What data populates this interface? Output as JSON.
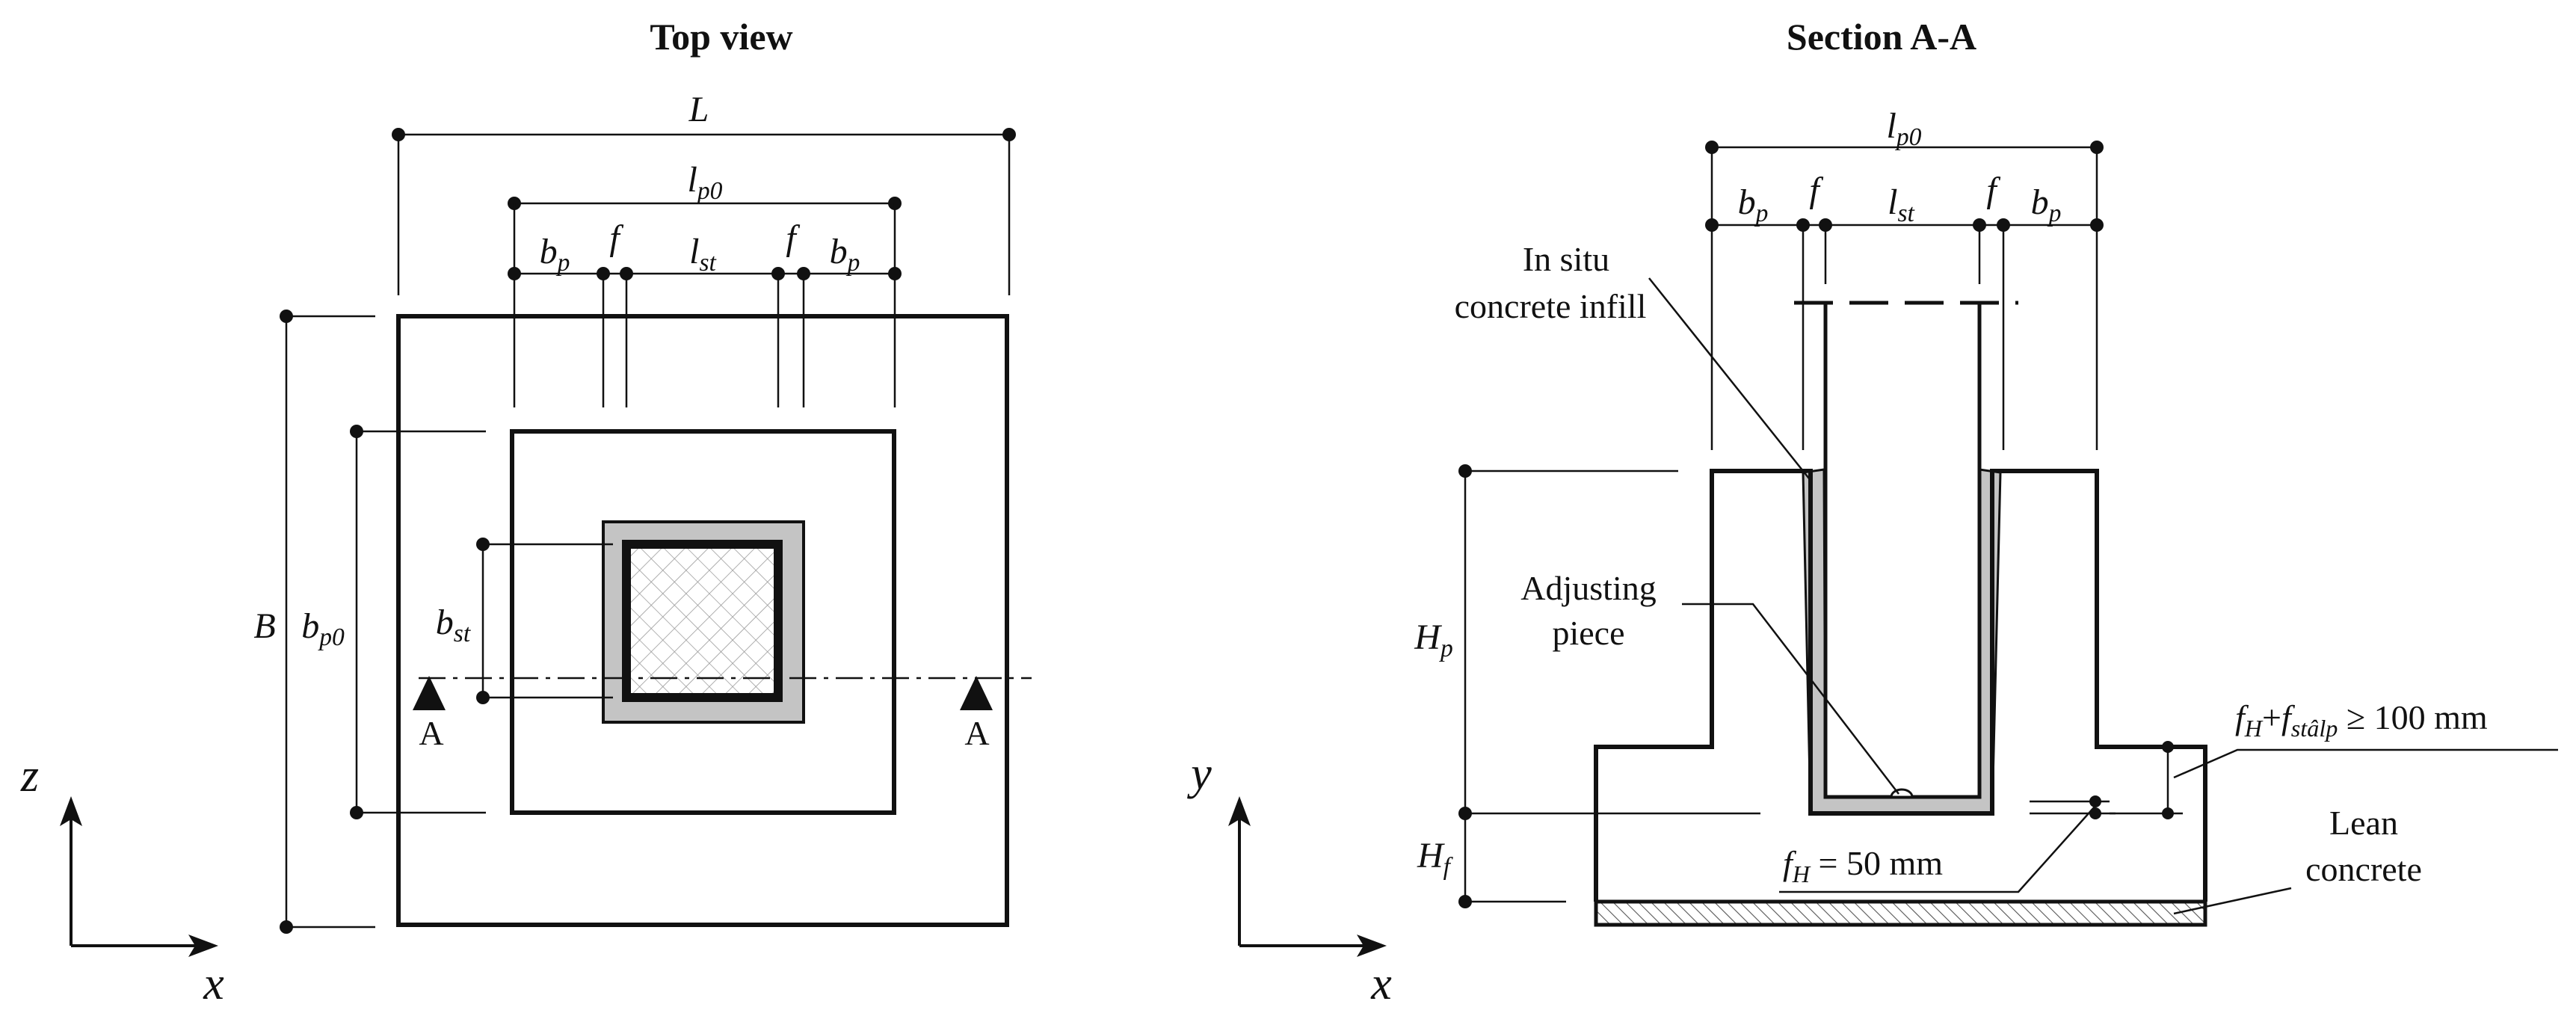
{
  "titles": {
    "top_view": "Top view",
    "section": "Section A-A"
  },
  "top_view": {
    "L": "L",
    "lp0": {
      "base": "l",
      "sub": "p0"
    },
    "bp_left": {
      "base": "b",
      "sub": "p"
    },
    "f_left": "f",
    "lst": {
      "base": "l",
      "sub": "st"
    },
    "f_right": "f",
    "bp_right": {
      "base": "b",
      "sub": "p"
    },
    "B": "B",
    "bp0": {
      "base": "b",
      "sub": "p0"
    },
    "bst": {
      "base": "b",
      "sub": "st"
    },
    "section_left": "A",
    "section_right": "A"
  },
  "section_view": {
    "lp0": {
      "base": "l",
      "sub": "p0"
    },
    "bp_left": {
      "base": "b",
      "sub": "p"
    },
    "f_left": "f",
    "lst": {
      "base": "l",
      "sub": "st"
    },
    "f_right": "f",
    "bp_right": {
      "base": "b",
      "sub": "p"
    },
    "Hp": {
      "base": "H",
      "sub": "p"
    },
    "Hf": {
      "base": "H",
      "sub": "f"
    },
    "infill_line1": "In situ",
    "infill_line2": "concrete infill",
    "adjusting_line1": "Adjusting",
    "adjusting_line2": "piece",
    "gap_formula": {
      "a": "f",
      "a_sub": "H",
      "plus": "+",
      "b": "f",
      "b_sub": "stâlp",
      "rest": " ≥ 100 mm"
    },
    "fh": {
      "base": "f",
      "sub": "H",
      "rest": " = 50 mm"
    },
    "lean_line1": "Lean",
    "lean_line2": "concrete"
  },
  "axes_left": {
    "vertical": "z",
    "horizontal": "x"
  },
  "axes_right": {
    "vertical": "y",
    "horizontal": "x"
  }
}
